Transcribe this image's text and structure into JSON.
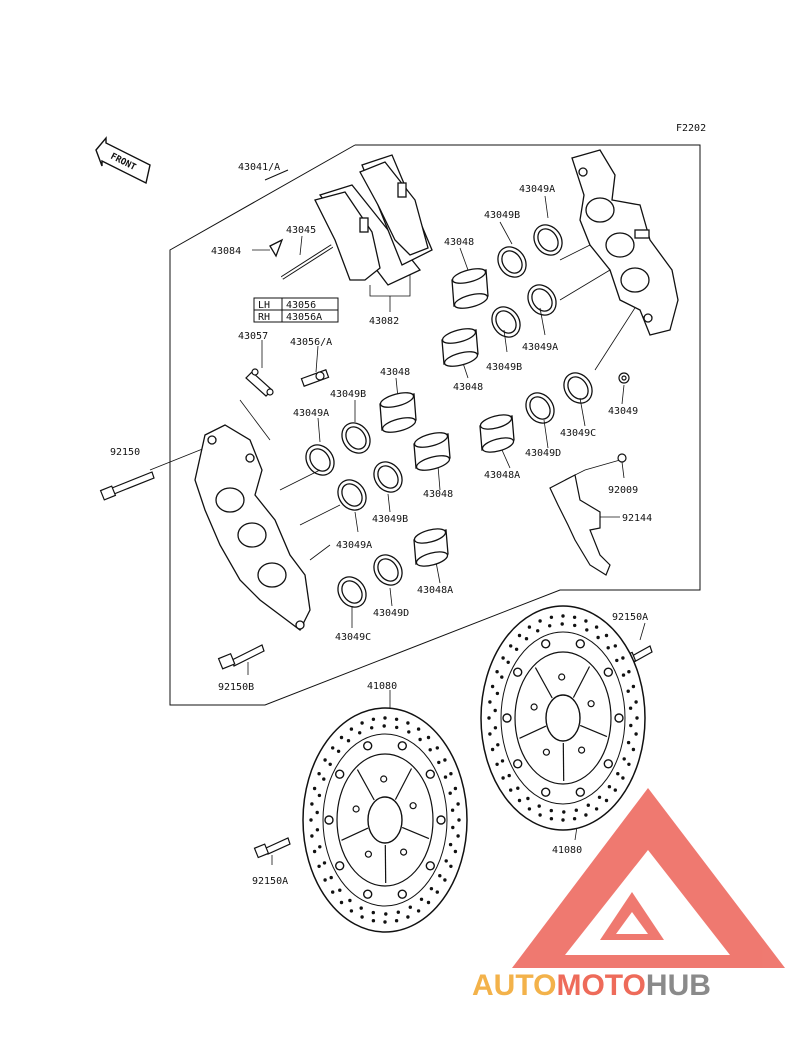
{
  "figure_code": "F2202",
  "front_label": "FRONT",
  "legend": {
    "rows": [
      {
        "side": "LH",
        "part": "43056"
      },
      {
        "side": "RH",
        "part": "43056A"
      }
    ]
  },
  "part_labels": {
    "p43041A": "43041/A",
    "p43084": "43084",
    "p43045": "43045",
    "p43082": "43082",
    "p43057": "43057",
    "p43056A": "43056/A",
    "p92150": "92150",
    "p92150B": "92150B",
    "p43048_top": "43048",
    "p43048_mid": "43048",
    "p43048_l1": "43048",
    "p43048_l2": "43048",
    "p43048A_r": "43048A",
    "p43048A_l": "43048A",
    "p43049A_top": "43049A",
    "p43049A_mid": "43049A",
    "p43049A_l1": "43049A",
    "p43049A_l2": "43049A",
    "p43049B_top": "43049B",
    "p43049B_mid": "43049B",
    "p43049B_l1": "43049B",
    "p43049B_l2": "43049B",
    "p43049C_r": "43049C",
    "p43049C_l": "43049C",
    "p43049D_r": "43049D",
    "p43049D_l": "43049D",
    "p43049": "43049",
    "p92009": "92009",
    "p92144": "92144",
    "p92150A_r": "92150A",
    "p92150A_l": "92150A",
    "p41080_l": "41080",
    "p41080_r": "41080"
  },
  "watermark": {
    "part1": "AUTO",
    "part2": "MOTO",
    "part3": "HUB",
    "colors": {
      "part1": "#f3b24a",
      "part2": "#ee6b5a",
      "part3": "#8a8a8a",
      "logo": "#e9463a"
    }
  }
}
